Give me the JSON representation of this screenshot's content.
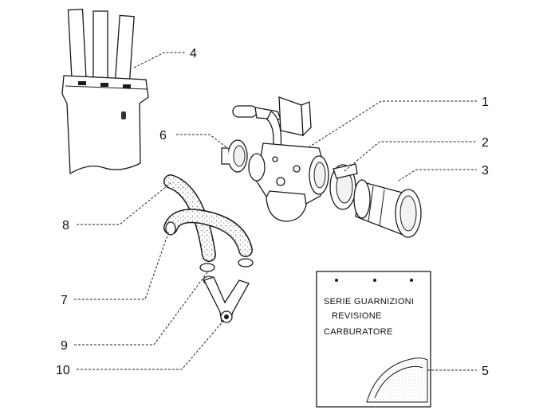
{
  "callouts": [
    {
      "id": "1",
      "label": "1"
    },
    {
      "id": "2",
      "label": "2"
    },
    {
      "id": "3",
      "label": "3"
    },
    {
      "id": "4",
      "label": "4"
    },
    {
      "id": "5",
      "label": "5"
    },
    {
      "id": "6",
      "label": "6"
    },
    {
      "id": "7",
      "label": "7"
    },
    {
      "id": "8",
      "label": "8"
    },
    {
      "id": "9",
      "label": "9"
    },
    {
      "id": "10",
      "label": "10"
    }
  ],
  "kit_card": {
    "line1": "SERIE GUARNIZIONI",
    "line2": "REVISIONE",
    "line3": "CARBURATORE"
  }
}
